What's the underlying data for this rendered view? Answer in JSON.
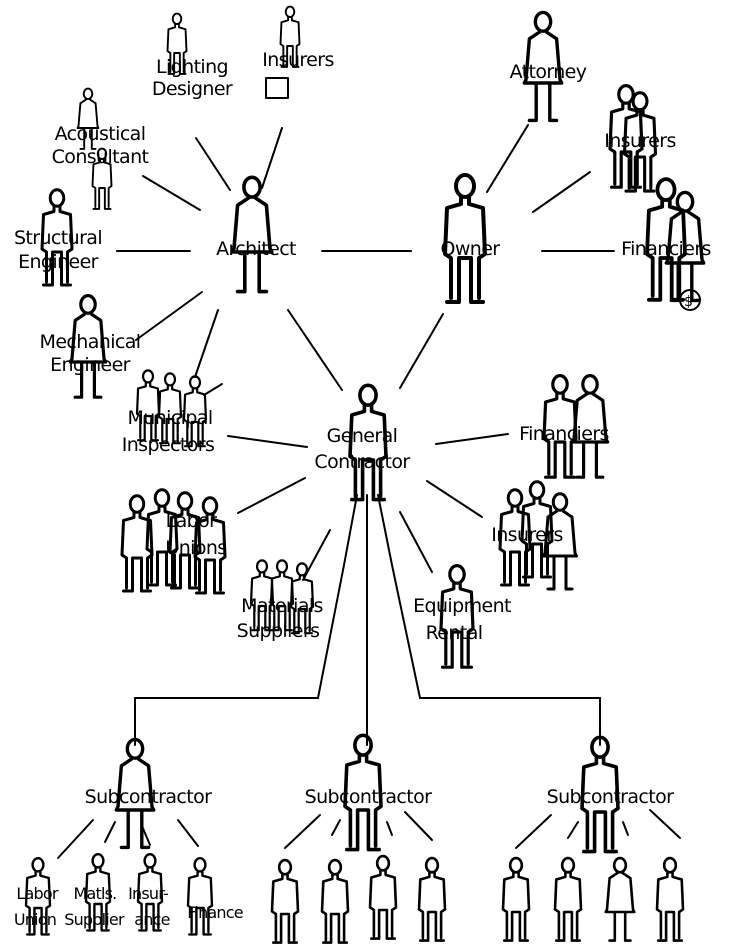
{
  "diagram": {
    "top_left": {
      "lighting": [
        "Lighting",
        "Designer"
      ],
      "insurers": "Insurers",
      "acoustical": [
        "Acoustical",
        "Consultant"
      ],
      "structural": [
        "Structural",
        "Engineer"
      ],
      "architect": "Architect",
      "mechanical": [
        "Mechanical",
        "Engineer"
      ]
    },
    "top_right": {
      "attorney": "Attorney",
      "insurers": "Insurers",
      "owner": "Owner",
      "financiers": "Financiers"
    },
    "middle": {
      "municipal": [
        "Municipal",
        "Inspectors"
      ],
      "general_contractor": [
        "General",
        "Contractor"
      ],
      "financiers": "Financiers",
      "labor_unions": [
        "Labor",
        "Unions"
      ],
      "insurers": "Insurers",
      "materials": [
        "Materials",
        "Suppliers"
      ],
      "equipment": [
        "Equipment",
        "Rental"
      ]
    },
    "subcontractors": [
      "Subcontractor",
      "Subcontractor",
      "Subcontractor"
    ],
    "bottom_labels": {
      "labor_union": [
        "Labor",
        "Union"
      ],
      "matls_supplier": [
        "Matls.",
        "Supplier"
      ],
      "insurance": [
        "Insur-",
        "ance"
      ],
      "finance": "Finance"
    },
    "money_symbol": "$"
  }
}
